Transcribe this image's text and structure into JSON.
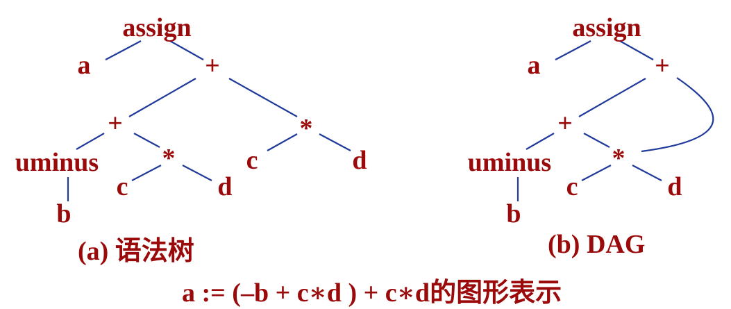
{
  "tree": {
    "caption": "(a) 语法树",
    "nodes": {
      "assign": "assign",
      "a": "a",
      "plus_top": "+",
      "plus_mid": "+",
      "star_left": "*",
      "star_right": "*",
      "uminus": "uminus",
      "b": "b",
      "c_left": "c",
      "d_left": "d",
      "c_right": "c",
      "d_right": "d"
    }
  },
  "dag": {
    "caption": "(b) DAG",
    "nodes": {
      "assign": "assign",
      "a": "a",
      "plus_top": "+",
      "plus_mid": "+",
      "star": "*",
      "uminus": "uminus",
      "b": "b",
      "c": "c",
      "d": "d"
    }
  },
  "formula": "a := (–b + c∗d ) + c∗d的图形表示",
  "colors": {
    "node_text": "#9b0a0a",
    "edge": "#1f3a9a"
  }
}
